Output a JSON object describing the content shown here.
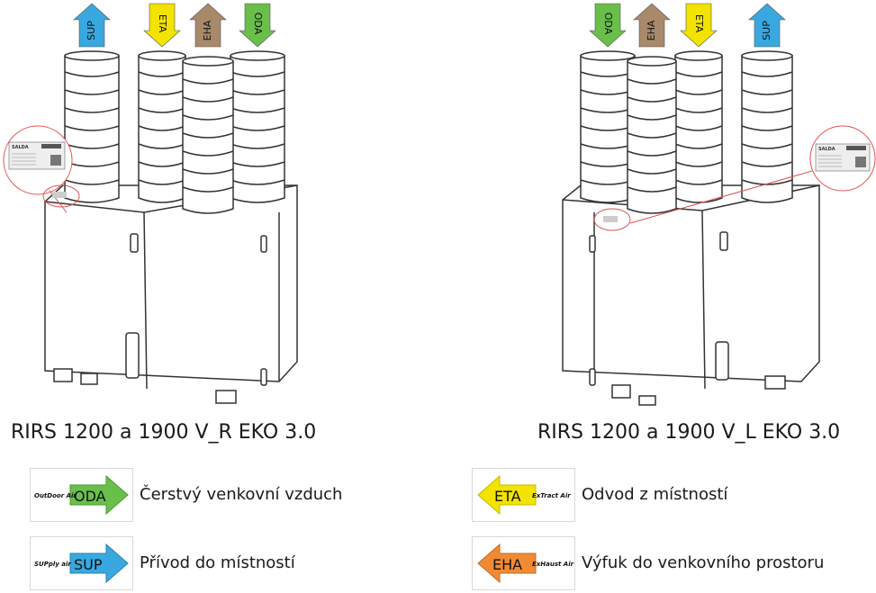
{
  "units": {
    "left": {
      "caption": "RIRS 1200 a 1900 V_R EKO 3.0",
      "arrows": [
        {
          "code": "SUP",
          "color": "#3aa8e0",
          "dir": "up"
        },
        {
          "code": "ETA",
          "color": "#f2e300",
          "dir": "down"
        },
        {
          "code": "EHA",
          "color": "#a8896a",
          "dir": "up"
        },
        {
          "code": "ODA",
          "color": "#6abf4b",
          "dir": "down"
        }
      ]
    },
    "right": {
      "caption": "RIRS 1200 a 1900 V_L EKO 3.0",
      "arrows": [
        {
          "code": "ODA",
          "color": "#6abf4b",
          "dir": "down"
        },
        {
          "code": "EHA",
          "color": "#a8896a",
          "dir": "up"
        },
        {
          "code": "ETA",
          "color": "#f2e300",
          "dir": "down"
        },
        {
          "code": "SUP",
          "color": "#3aa8e0",
          "dir": "up"
        }
      ]
    }
  },
  "label_plate": {
    "brand": "SALDA"
  },
  "legend": {
    "oda": {
      "code": "ODA",
      "tag": "OutDoor Air",
      "text": "Čerstvý venkovní vzduch",
      "color": "#6abf4b"
    },
    "sup": {
      "code": "SUP",
      "tag": "SUPply air",
      "text": "Přívod do místností",
      "color": "#3aa8e0"
    },
    "eta": {
      "code": "ETA",
      "tag": "ExTract Air",
      "text": "Odvod z místností",
      "color": "#f2e300"
    },
    "eha": {
      "code": "EHA",
      "tag": "ExHaust Air",
      "text": "Výfuk do venkovního prostoru",
      "color": "#f08a35"
    }
  }
}
